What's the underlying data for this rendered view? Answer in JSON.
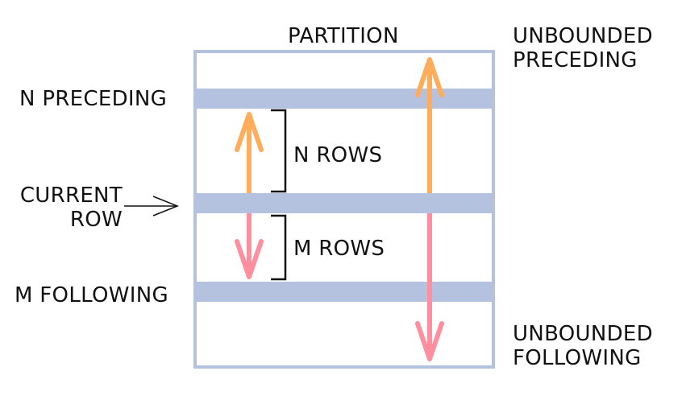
{
  "partition_label": "PARTITION",
  "unbounded_preceding": {
    "line1": "UNBOUNDED",
    "line2": "PRECEDING"
  },
  "unbounded_following": {
    "line1": "UNBOUNDED",
    "line2": "FOLLOWING"
  },
  "n_preceding": "N PRECEDING",
  "current_row": {
    "line1": "CURRENT",
    "line2": "ROW"
  },
  "m_following": "M FOLLOWING",
  "n_rows": "N ROWS",
  "m_rows": "M ROWS",
  "colors": {
    "frame": "#b4c2e0",
    "band": "#b4c2e0",
    "preceding_arrow": "#ffad5a",
    "following_arrow": "#ff8f9e",
    "bracket": "#111111"
  }
}
